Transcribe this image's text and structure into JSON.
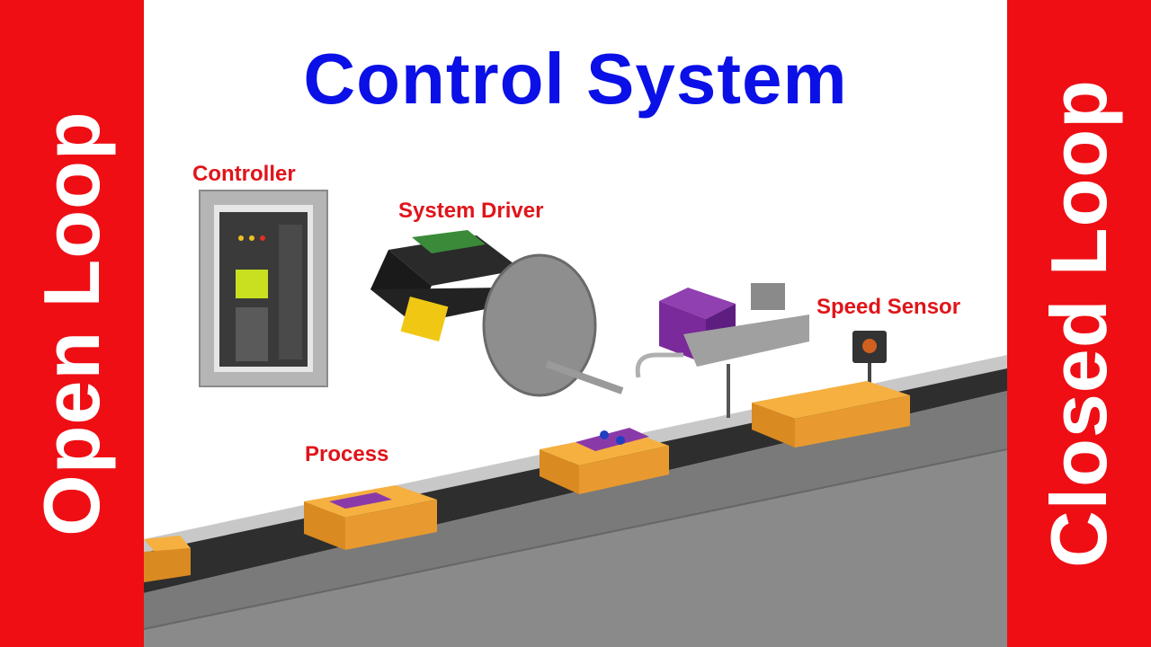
{
  "title": "Control System",
  "left_banner": "Open Loop",
  "right_banner": "Closed Loop",
  "labels": {
    "controller": "Controller",
    "system_driver": "System Driver",
    "speed_sensor": "Speed Sensor",
    "process": "Process"
  },
  "colors": {
    "banner_red": "#ee0e14",
    "title_blue": "#0a10e6",
    "label_red": "#e0141a"
  }
}
